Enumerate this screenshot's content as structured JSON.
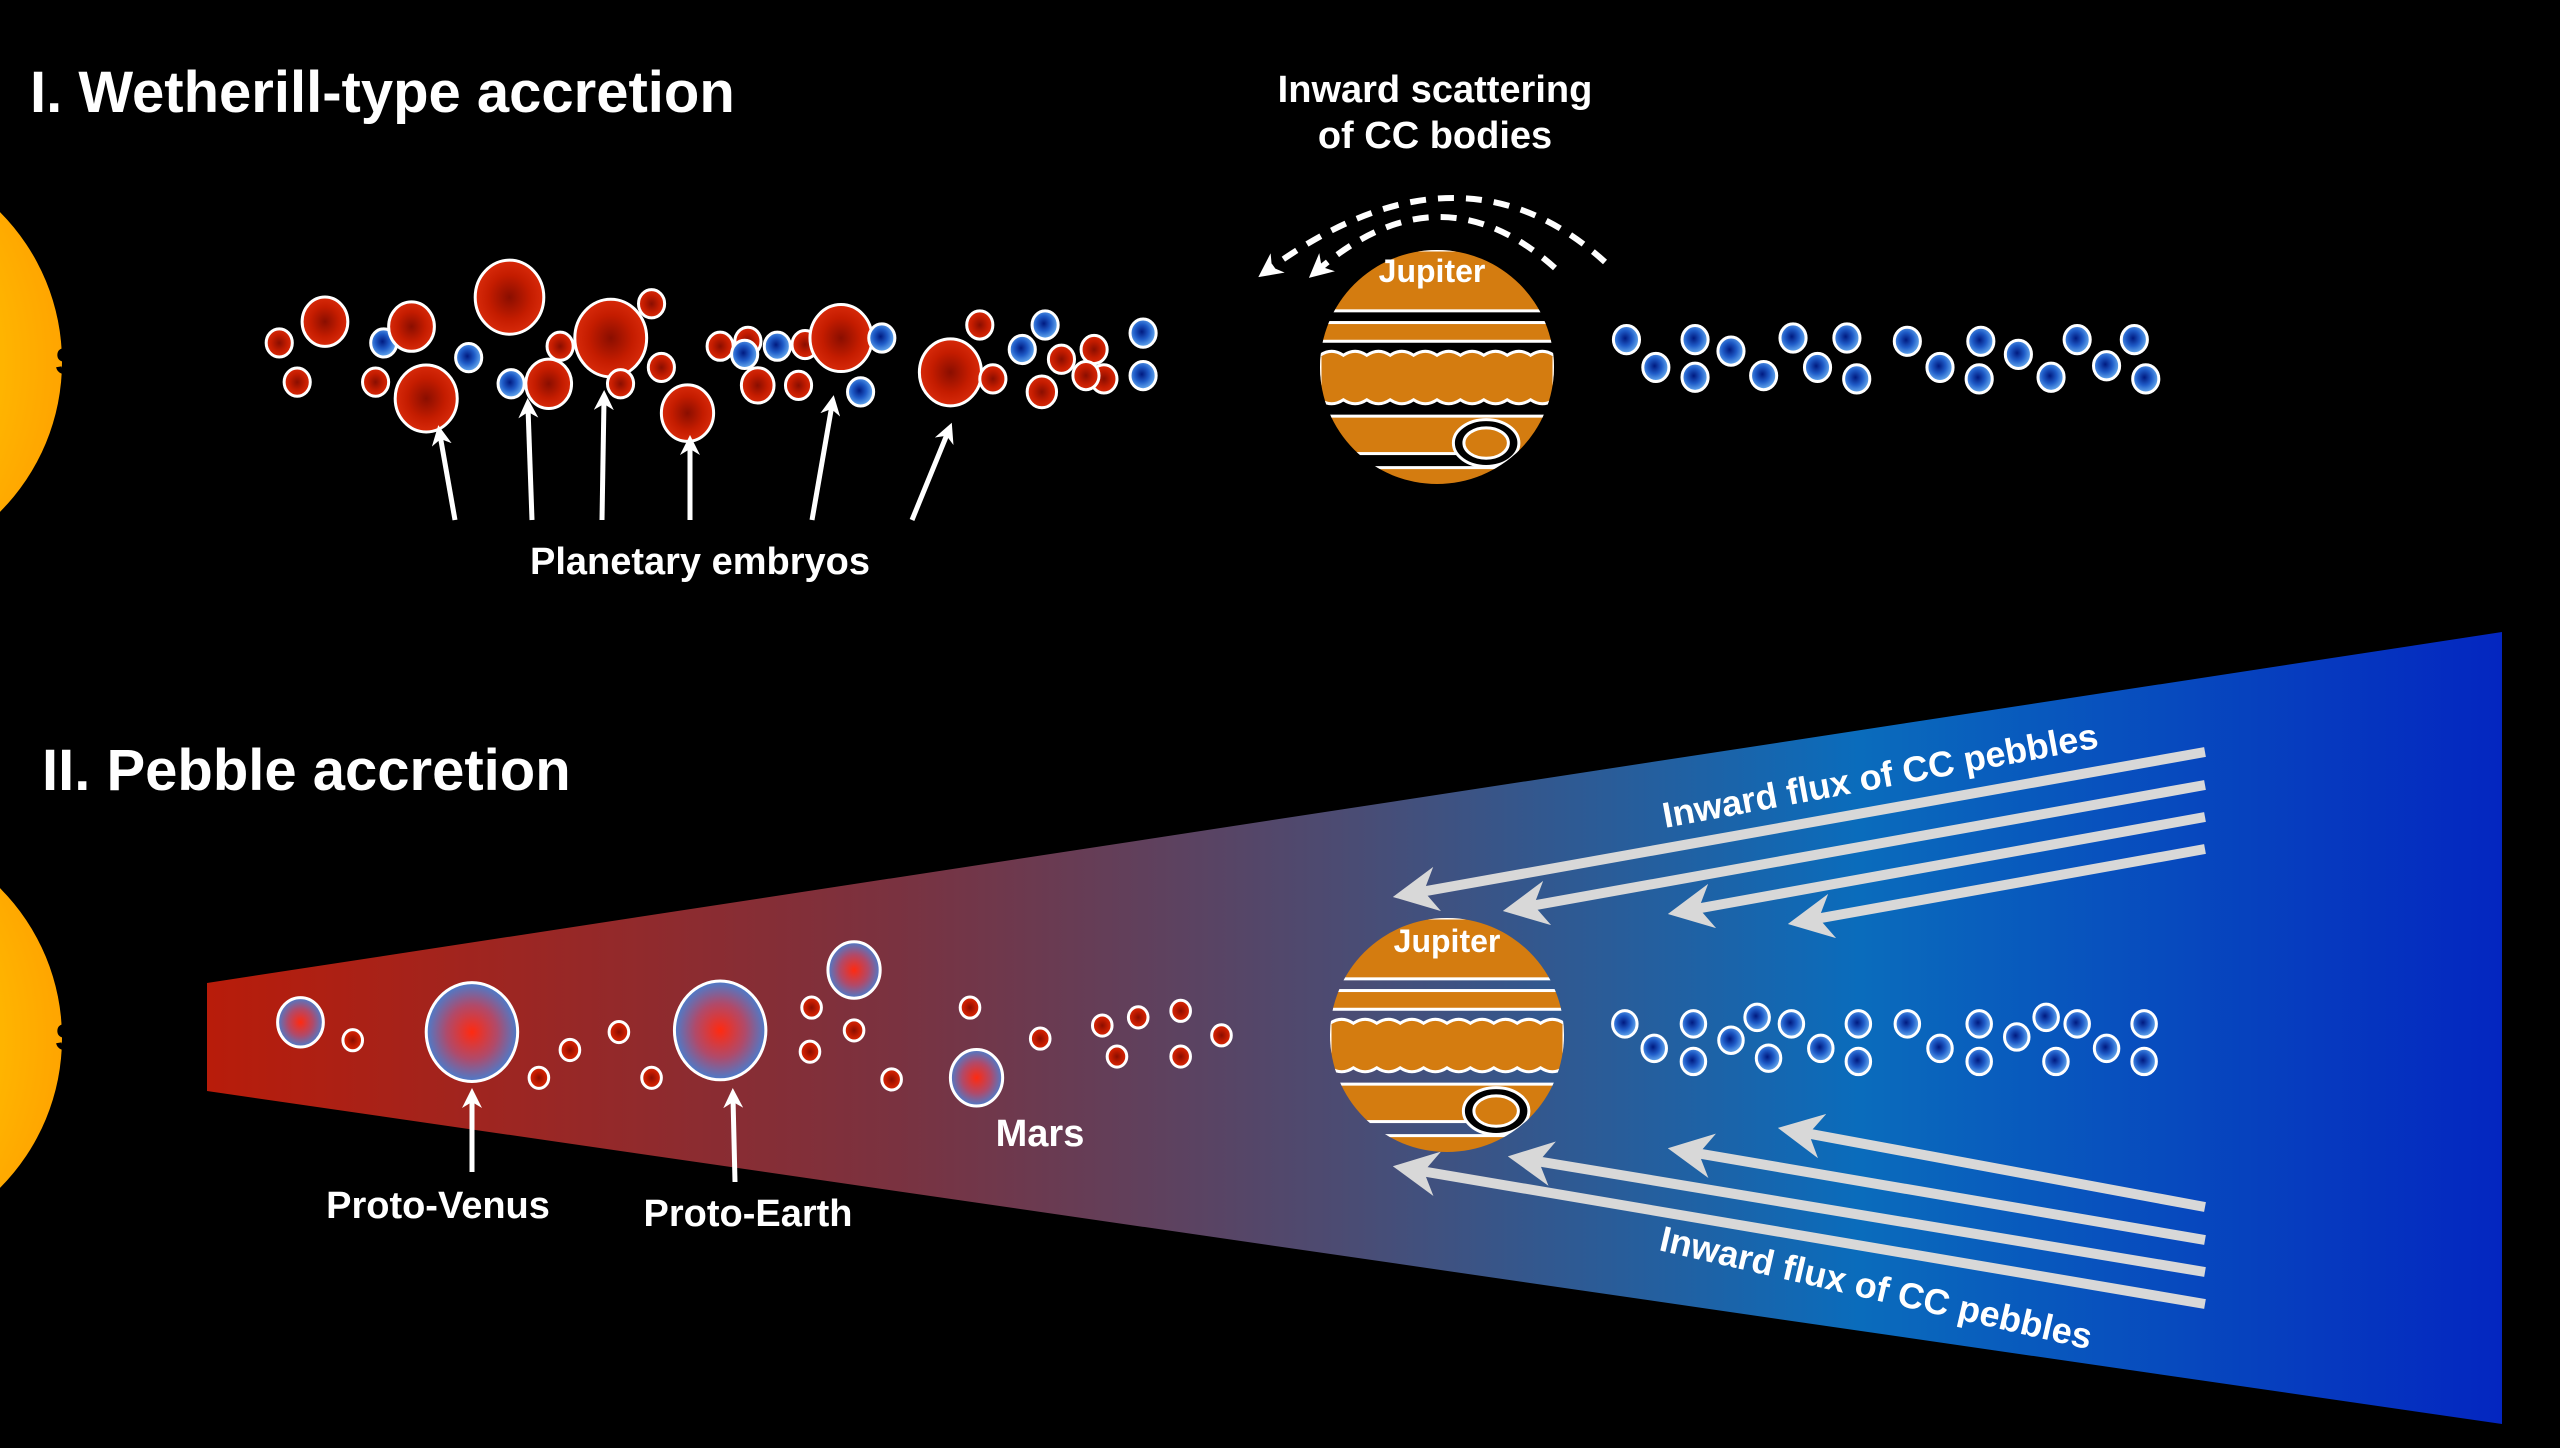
{
  "panel_1": {
    "title": "I. Wetherill-type accretion",
    "sun_label": "Sun",
    "jupiter_label": "Jupiter",
    "scatter_label_line1": "Inward scattering",
    "scatter_label_line2": "of CC bodies",
    "embryos_label": "Planetary embryos"
  },
  "panel_2": {
    "title": "II. Pebble accretion",
    "sun_label": "Sun",
    "jupiter_label": "Jupiter",
    "flux_label_top": "Inward flux of CC pebbles",
    "flux_label_bottom": "Inward flux of CC pebbles",
    "proto_venus_label": "Proto-Venus",
    "proto_earth_label": "Proto-Earth",
    "mars_label": "Mars"
  },
  "colors": {
    "background": "#000000",
    "sun_inner": "#ffdd00",
    "sun_outer": "#ffaa00",
    "nc_body": "#cc1a00",
    "cc_body": "#2f6fd6",
    "jupiter": "#d47c10",
    "disk_inner": "#b81c0a",
    "disk_outer": "#0028c0",
    "arrow": "#d8d8d8"
  }
}
